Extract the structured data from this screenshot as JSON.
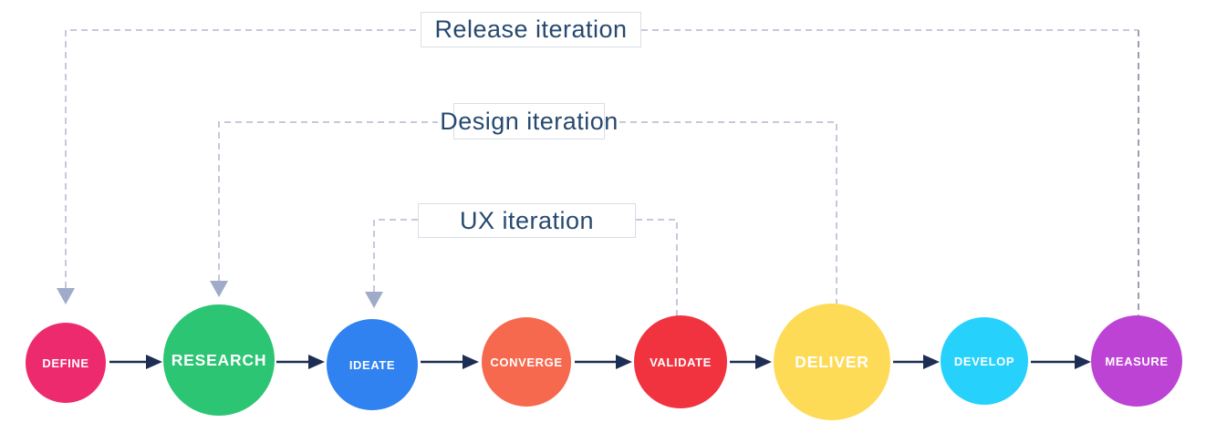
{
  "loops": [
    {
      "id": "release",
      "label": "Release iteration",
      "from": "MEASURE",
      "to": "DEFINE"
    },
    {
      "id": "design",
      "label": "Design iteration",
      "from": "DELIVER",
      "to": "RESEARCH"
    },
    {
      "id": "ux",
      "label": "UX iteration",
      "from": "VALIDATE",
      "to": "IDEATE"
    }
  ],
  "stages": [
    {
      "label": "DEFINE",
      "color": "#ee2a6e",
      "size": "small"
    },
    {
      "label": "RESEARCH",
      "color": "#2bc573",
      "size": "large"
    },
    {
      "label": "IDEATE",
      "color": "#2f82f0",
      "size": "small"
    },
    {
      "label": "CONVERGE",
      "color": "#f6694f",
      "size": "small"
    },
    {
      "label": "VALIDATE",
      "color": "#f0333f",
      "size": "small"
    },
    {
      "label": "DELIVER",
      "color": "#fedb56",
      "size": "large"
    },
    {
      "label": "DEVELOP",
      "color": "#26d1fb",
      "size": "small"
    },
    {
      "label": "MEASURE",
      "color": "#bd43d5",
      "size": "small"
    }
  ],
  "colors": {
    "flow_arrow": "#1d2e54",
    "dashed_line": "#c4cadb",
    "dashed_line_dark": "#9aa0ad",
    "loop_arrowhead": "#9fabc9",
    "label_text": "#27496f",
    "box_border": "#d9dde6"
  }
}
